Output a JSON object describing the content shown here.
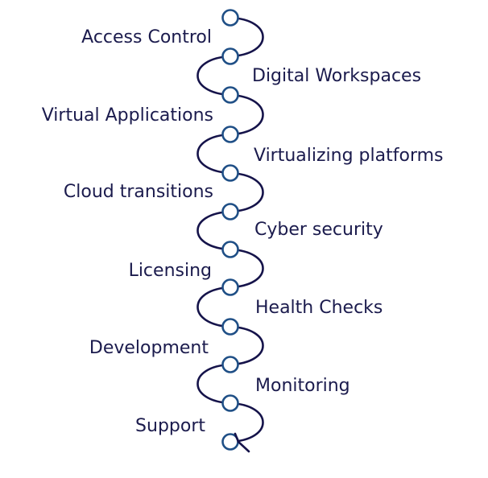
{
  "colors": {
    "line": "#15134a",
    "node_stroke": "#1f4f86",
    "node_fill": "#ffffff",
    "text": "#1b1b4d"
  },
  "steps": [
    {
      "label": "Access Control"
    },
    {
      "label": "Digital Workspaces"
    },
    {
      "label": "Virtual Applications"
    },
    {
      "label": "Virtualizing platforms"
    },
    {
      "label": "Cloud transitions"
    },
    {
      "label": "Cyber security"
    },
    {
      "label": "Licensing"
    },
    {
      "label": "Health Checks"
    },
    {
      "label": "Development"
    },
    {
      "label": "Monitoring"
    },
    {
      "label": "Support"
    }
  ],
  "end_marker": "arrow-head"
}
